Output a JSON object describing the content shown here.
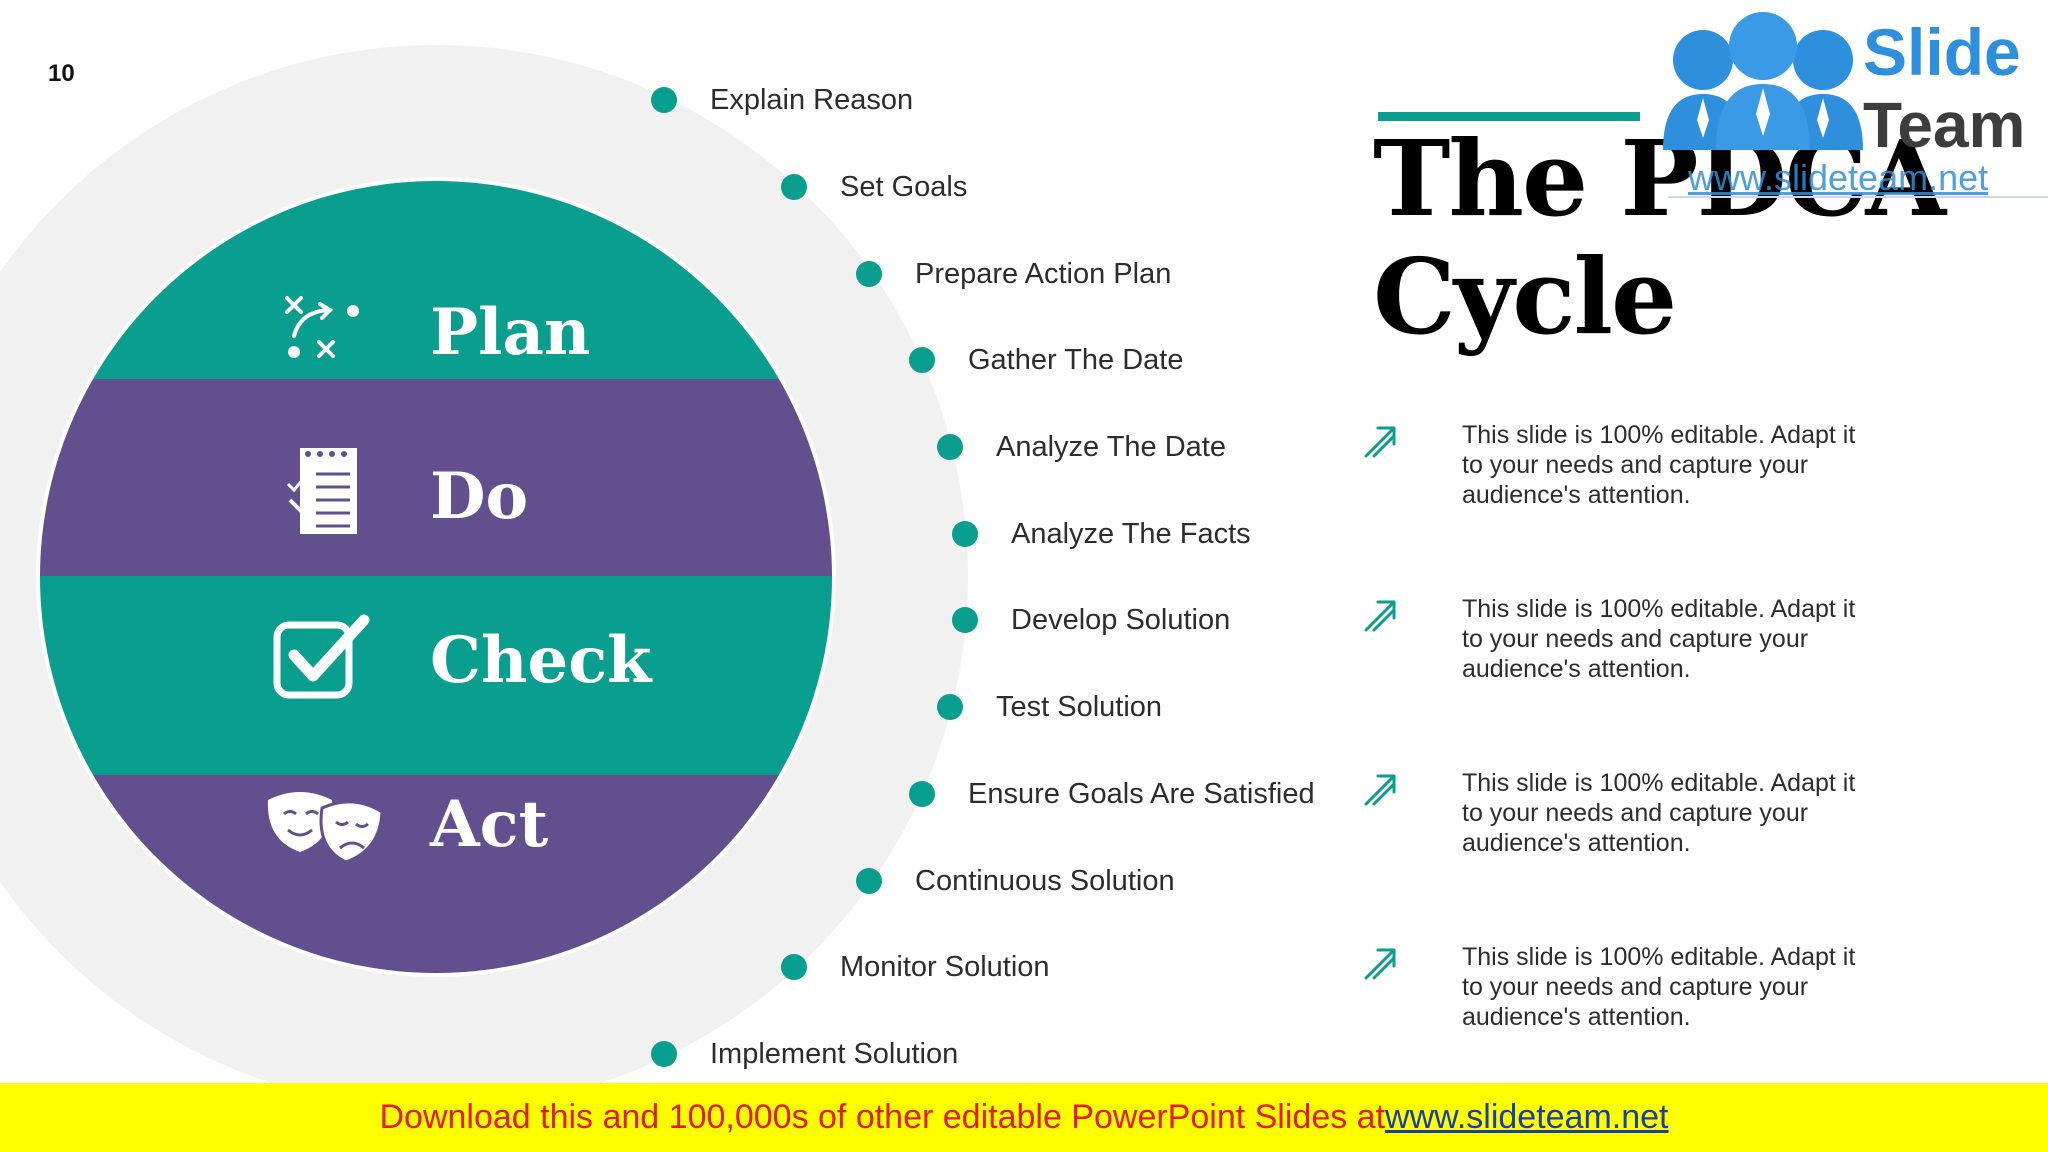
{
  "slide": {
    "number": "10",
    "title_line1": "The PDCA",
    "title_line2": "Cycle"
  },
  "colors": {
    "teal": "#0a9e8e",
    "purple": "#624f8e",
    "outer_ring": "#f1f1f1",
    "banner_bg": "#ffff00",
    "banner_text": "#e51b1b",
    "banner_link": "#1a3fa8"
  },
  "phases": [
    {
      "label": "Plan",
      "icon": "strategy-play-icon"
    },
    {
      "label": "Do",
      "icon": "checklist-notepad-icon"
    },
    {
      "label": "Check",
      "icon": "checkbox-checked-icon"
    },
    {
      "label": "Act",
      "icon": "theater-masks-icon"
    }
  ],
  "steps": [
    "Explain Reason",
    "Set Goals",
    "Prepare Action Plan",
    "Gather The Date",
    "Analyze The Date",
    "Analyze The Facts",
    "Develop Solution",
    "Test Solution",
    "Ensure Goals Are Satisfied",
    "Continuous Solution",
    "Monitor Solution",
    "Implement Solution"
  ],
  "notes": [
    {
      "text": "This slide is 100% editable. Adapt it to your needs and capture your audience's attention.",
      "icon": "diagonal-arrow-icon"
    },
    {
      "text": "This slide is 100% editable. Adapt it to your needs and capture your audience's attention.",
      "icon": "diagonal-arrow-icon"
    },
    {
      "text": "This slide is 100% editable. Adapt it to your needs and capture your audience's attention.",
      "icon": "diagonal-arrow-icon"
    },
    {
      "text": "This slide is 100% editable. Adapt it to your needs and capture your audience's attention.",
      "icon": "diagonal-arrow-icon"
    }
  ],
  "logo": {
    "line1": "Slide",
    "line2": "Team",
    "url": "www.slideteam.net"
  },
  "banner": {
    "text": "Download this and 100,000s of other editable PowerPoint Slides at ",
    "link": "www.slideteam.net"
  }
}
